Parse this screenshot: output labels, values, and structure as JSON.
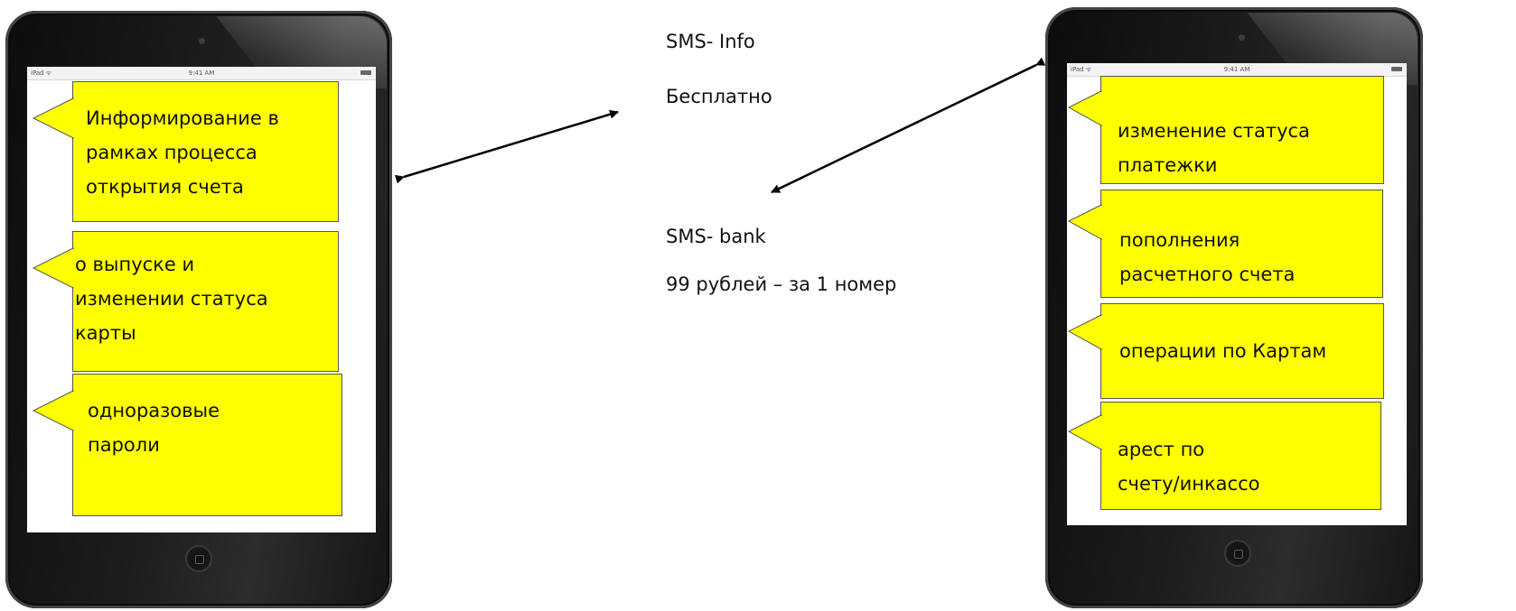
{
  "left_device": {
    "status_bar": {
      "device": "iPad ᯤ",
      "time": "9:41 AM"
    },
    "callouts": [
      {
        "text": "Информирование в\nрамках процесса\nоткрытия счета"
      },
      {
        "text": "о выпуске и\nизменении статуса\nкарты"
      },
      {
        "text": "одноразовые\nпароли"
      }
    ]
  },
  "right_device": {
    "status_bar": {
      "device": "iPad ᯤ",
      "time": "9:41 AM"
    },
    "callouts": [
      {
        "text": "изменение статуса\nплатежки"
      },
      {
        "text": "пополнения\nрасчетного счета"
      },
      {
        "text": "операции по Картам"
      },
      {
        "text": "арест по\nсчету/инкассо"
      }
    ]
  },
  "center": {
    "sms_info_title": "SMS- Info",
    "sms_info_price": "Бесплатно",
    "sms_bank_title": "SMS- bank",
    "sms_bank_price": "99 рублей – за 1 номер"
  },
  "colors": {
    "callout_fill": "#ffff00",
    "device_body": "#1a1a1a",
    "arrow": "#000000"
  },
  "icons": [
    "camera-icon",
    "home-button-icon",
    "battery-icon",
    "wifi-icon"
  ]
}
